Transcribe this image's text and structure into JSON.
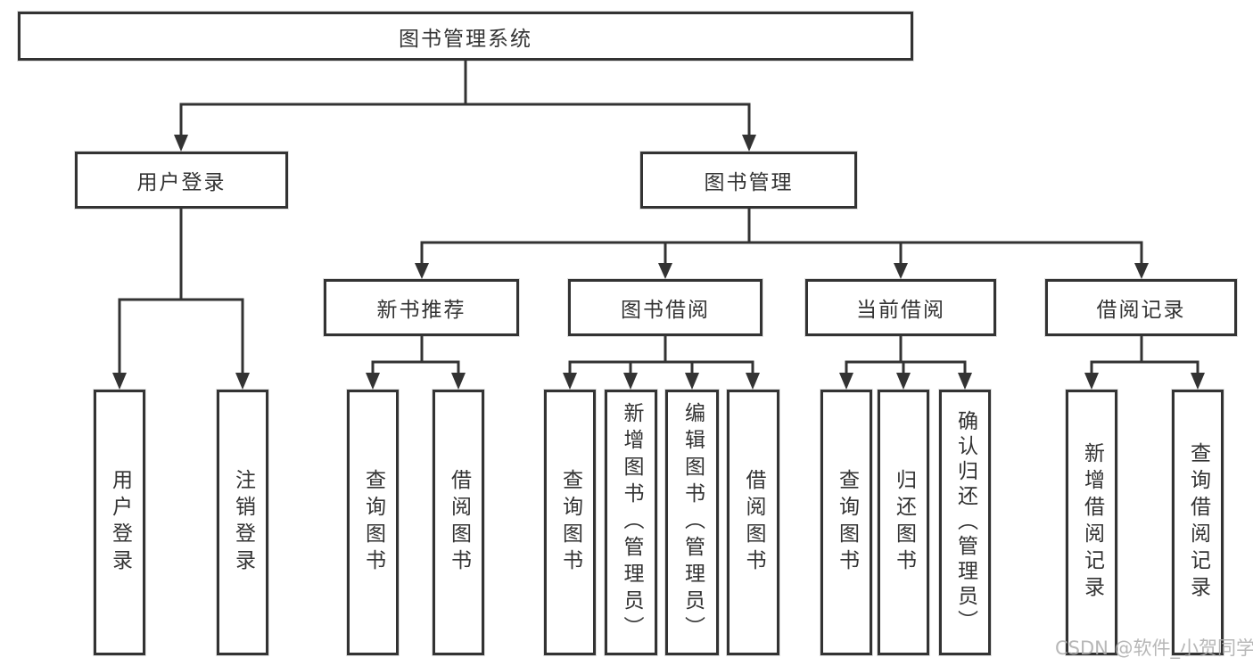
{
  "diagram_title": "图书管理系统",
  "tree": {
    "label": "图书管理系统",
    "children": [
      {
        "label": "用户登录",
        "children": [
          {
            "label": "用户登录"
          },
          {
            "label": "注销登录"
          }
        ]
      },
      {
        "label": "图书管理",
        "children": [
          {
            "label": "新书推荐",
            "children": [
              {
                "label": "查询图书"
              },
              {
                "label": "借阅图书"
              }
            ]
          },
          {
            "label": "图书借阅",
            "children": [
              {
                "label": "查询图书"
              },
              {
                "label": "新增图书（管理员）"
              },
              {
                "label": "编辑图书（管理员）"
              },
              {
                "label": "借阅图书"
              }
            ]
          },
          {
            "label": "当前借阅",
            "children": [
              {
                "label": "查询图书"
              },
              {
                "label": "归还图书"
              },
              {
                "label": "确认归还（管理员）"
              }
            ]
          },
          {
            "label": "借阅记录",
            "children": [
              {
                "label": "新增借阅记录"
              },
              {
                "label": "查询借阅记录"
              }
            ]
          }
        ]
      }
    ]
  },
  "colors": {
    "line": "#333333",
    "text": "#333333",
    "box_background": "#ffffff",
    "watermark": "#adadad"
  },
  "watermark": {
    "text": "CSDN @软件_小贺同学"
  }
}
